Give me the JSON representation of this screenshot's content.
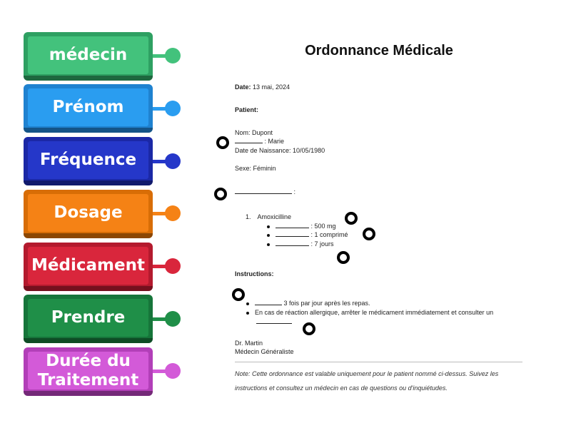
{
  "tiles": [
    {
      "label": "médecin",
      "color": "#43c27c",
      "dark": "#2ea062"
    },
    {
      "label": "Prénom",
      "color": "#2a9df0",
      "dark": "#1f82d0"
    },
    {
      "label": "Fréquence",
      "color": "#2537c9",
      "dark": "#1b28a6"
    },
    {
      "label": "Dosage",
      "color": "#f58215",
      "dark": "#d86d06"
    },
    {
      "label": "Médicament",
      "color": "#d9263c",
      "dark": "#b41a2e"
    },
    {
      "label": "Prendre",
      "color": "#1f8f48",
      "dark": "#16753a"
    },
    {
      "label": "Durée du Traitement",
      "color": "#d35ad8",
      "dark": "#b23fb8"
    }
  ],
  "document": {
    "title": "Ordonnance Médicale",
    "date_label": "Date:",
    "date_value": " 13 mai, 2024",
    "patient_label": "Patient:",
    "nom": "Nom: Dupont",
    "prenom_suffix": " : Marie",
    "naissance": "Date de Naissance: 10/05/1980",
    "sexe": "Sexe: Féminin",
    "colon": " :",
    "item_number": "1.",
    "item_name": "Amoxicilline",
    "dose": " : 500 mg",
    "freq": " : 1 comprimé",
    "duree": " : 7 jours",
    "instructions_label": "Instructions:",
    "instr1": " 3 fois par jour après les repas.",
    "instr2": "En cas de réaction allergique, arrêter le médicament immédiatement et consulter un",
    "doctor": "Dr. Martin",
    "doctor_title": "Médecin Généraliste",
    "note1": "Note: Cette ordonnance est valable uniquement pour le patient nommé ci-dessus. Suivez les",
    "note2": "instructions et consultez un médecin en cas de questions ou d'inquiétudes."
  }
}
